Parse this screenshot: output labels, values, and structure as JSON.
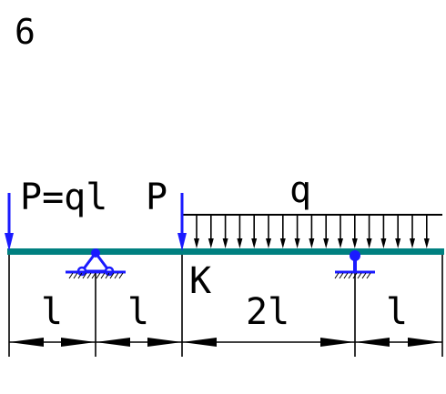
{
  "figure": {
    "number": "6"
  },
  "loads": {
    "left_force_label": "P=ql",
    "mid_force_label": "P",
    "distributed_label": "q"
  },
  "points": {
    "k_label": "K"
  },
  "dimensions": {
    "seg1": "l",
    "seg2": "l",
    "seg3": "2l",
    "seg4": "l"
  },
  "colors": {
    "beam": "#008080",
    "load_arrows": "#1a1aff",
    "supports": "#1a1aff",
    "lines": "#000000"
  }
}
